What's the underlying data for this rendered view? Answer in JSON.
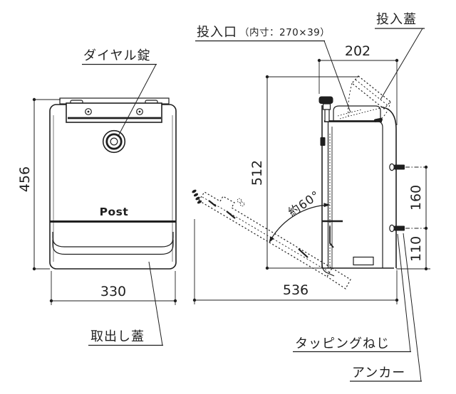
{
  "colors": {
    "line": "#1f1f1f",
    "background": "#ffffff"
  },
  "front_view": {
    "dial_lock_label": "ダイヤル錠",
    "brand_text": "Post",
    "height_dim": "456",
    "width_dim": "330",
    "takeout_lid_label": "取出し蓋"
  },
  "side_view": {
    "slot_label": "投入口",
    "slot_inner_dim_label": "（内寸：270×39）",
    "flap_label": "投入蓋",
    "top_depth_dim": "202",
    "height_dim": "512",
    "upper_mount_dim": "160",
    "lower_mount_dim": "110",
    "total_depth_dim": "536",
    "open_angle_label": "約60°",
    "tapping_screw_label": "タッピングねじ",
    "anchor_label": "アンカー"
  }
}
